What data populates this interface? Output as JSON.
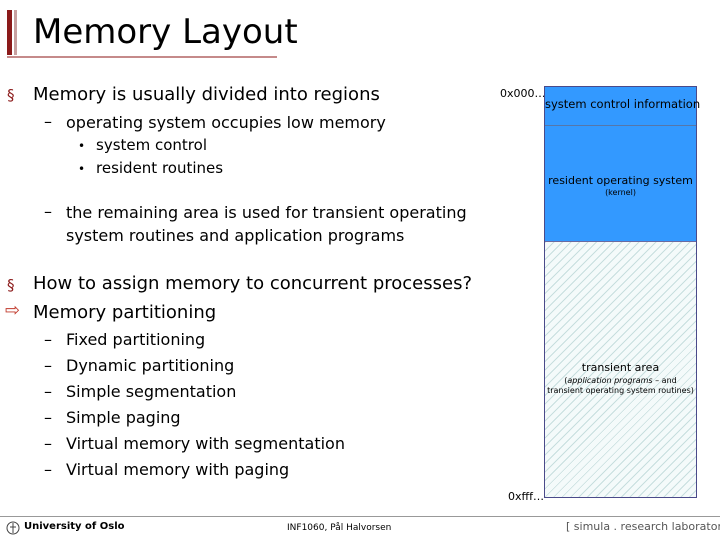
{
  "slide": {
    "title": "Memory Layout"
  },
  "content": {
    "b1": "Memory is usually divided into regions",
    "b1_sub1": "operating system occupies low memory",
    "b1_sub1_items": [
      "system control",
      "resident routines"
    ],
    "b1_sub2_line1": "the remaining area is used for transient operating",
    "b1_sub2_line2": "system routines and application programs",
    "b2": "How to assign memory to concurrent processes?",
    "b3": "Memory partitioning",
    "b3_items": [
      "Fixed partitioning",
      "Dynamic partitioning",
      "Simple segmentation",
      "Simple paging",
      "Virtual memory with segmentation",
      "Virtual memory with paging"
    ],
    "markers": {
      "square": "§",
      "dash": "–",
      "dot": "•",
      "arrow": "⇨"
    }
  },
  "diagram": {
    "addr_low": "0x000…",
    "addr_high": "0xfff…",
    "region_sysctrl": "system control information",
    "region_resident": "resident operating system",
    "region_resident_note": "(kernel)",
    "region_transient": "transient area",
    "region_transient_note1_italic": "application programs",
    "region_transient_note1_pre": "(",
    "region_transient_note1_post": " – and",
    "region_transient_note2": "transient operating system routines)",
    "colors": {
      "os_region": "#3399ff",
      "transient_hatch": "#c7dede"
    }
  },
  "footer": {
    "university": "University of Oslo",
    "course": "INF1060,   Pål Halvorsen",
    "simula": "[ simula . research laboratory ]"
  }
}
